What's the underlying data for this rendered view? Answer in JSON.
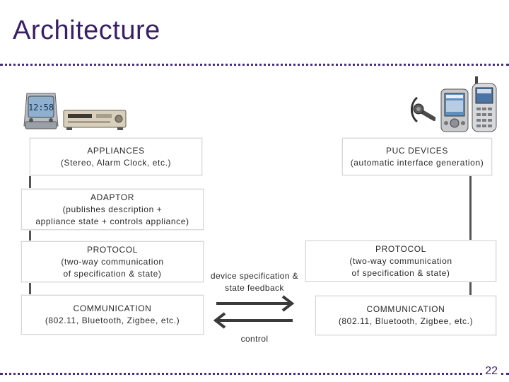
{
  "slide": {
    "title": "Architecture",
    "page_number": "22"
  },
  "left": {
    "appliances": {
      "line1": "APPLIANCES",
      "line2": "(Stereo, Alarm Clock, etc.)"
    },
    "adaptor": {
      "line1": "ADAPTOR",
      "line2": "(publishes description +",
      "line3": "appliance state + controls appliance)"
    },
    "protocol": {
      "line1": "PROTOCOL",
      "line2": "(two-way communication",
      "line3": "of specification & state)"
    },
    "communication": {
      "line1": "COMMUNICATION",
      "line2": "(802.11, Bluetooth, Zigbee, etc.)"
    }
  },
  "right": {
    "puc_devices": {
      "line1": "PUC DEVICES",
      "line2": "(automatic interface generation)"
    },
    "protocol": {
      "line1": "PROTOCOL",
      "line2": "(two-way communication",
      "line3": "of specification & state)"
    },
    "communication": {
      "line1": "COMMUNICATION",
      "line2": "(802.11, Bluetooth, Zigbee, etc.)"
    }
  },
  "middle": {
    "spec_label_line1": "device specification &",
    "spec_label_line2": "state feedback",
    "control_label": "control"
  },
  "icons": {
    "left": [
      "alarm-clock-icon",
      "stereo-icon"
    ],
    "right": [
      "headset-icon",
      "pda-icon",
      "phone-icon"
    ]
  }
}
